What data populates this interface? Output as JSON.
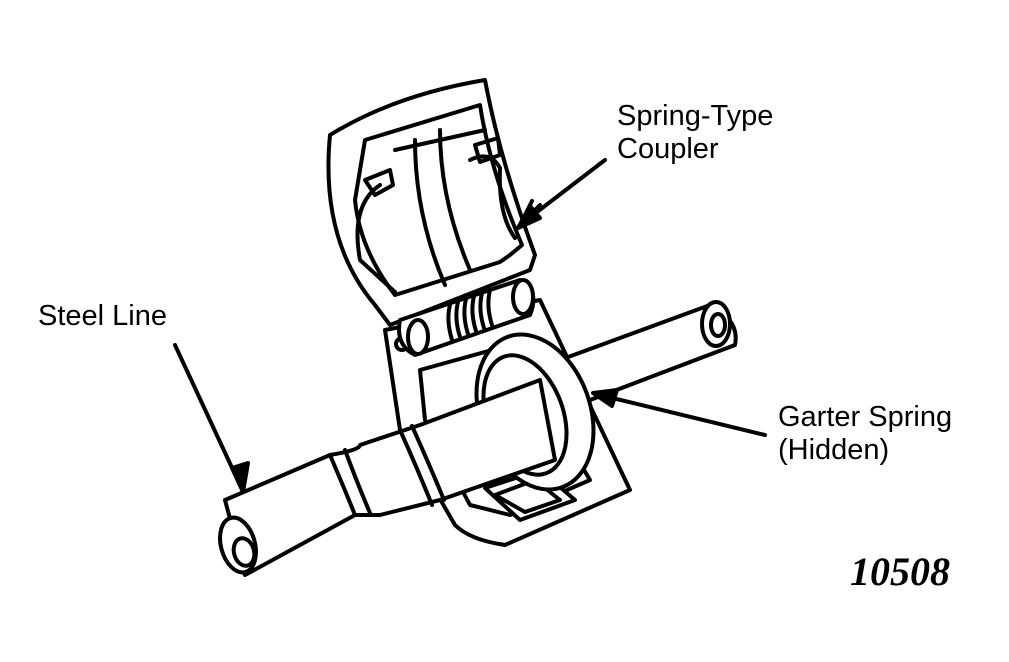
{
  "labels": {
    "spring_type_coupler_line1": "Spring-Type",
    "spring_type_coupler_line2": "Coupler",
    "steel_line": "Steel Line",
    "garter_spring_line1": "Garter Spring",
    "garter_spring_line2": "(Hidden)"
  },
  "figure_number": "10508",
  "colors": {
    "ink": "#000000",
    "paper": "#ffffff"
  }
}
